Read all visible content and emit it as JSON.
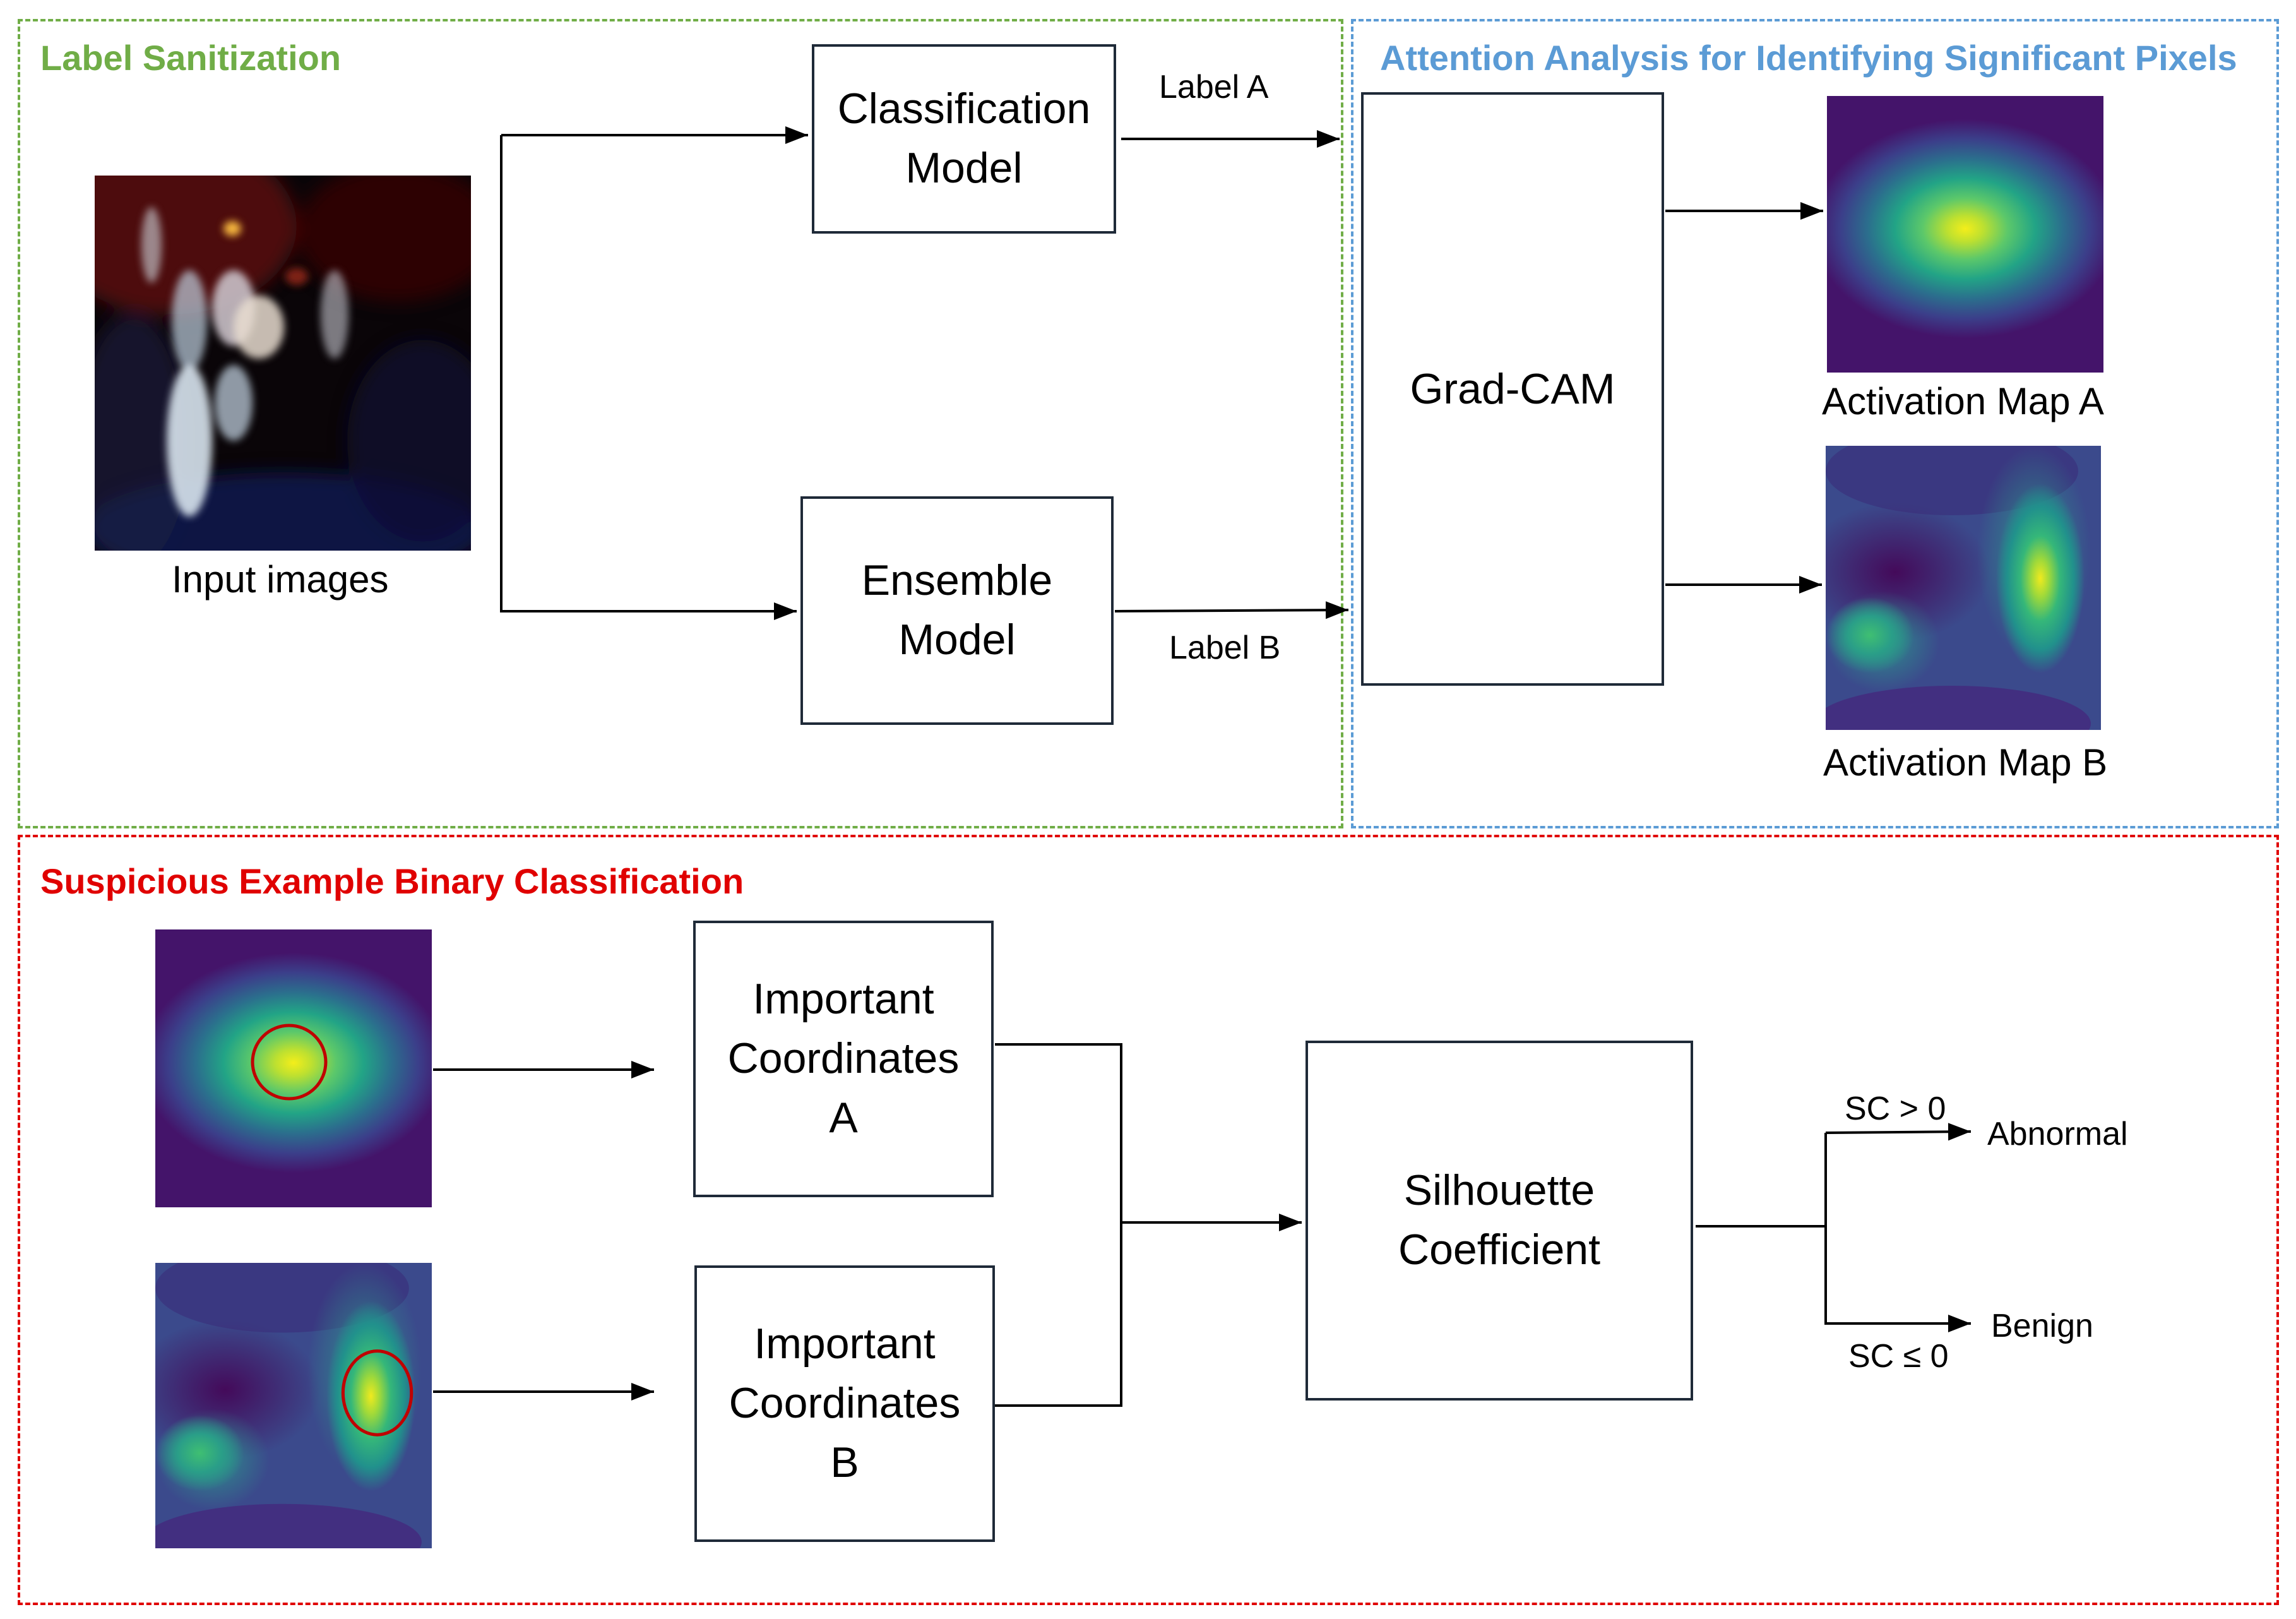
{
  "colors": {
    "label_sanitization": "#70ad47",
    "attention_analysis": "#5b9bd5",
    "suspicious": "#e00000",
    "box_border": "#1f2a38",
    "arrow": "#000000",
    "circle": "#c00000"
  },
  "regions": {
    "label_sanitization": {
      "title": "Label Sanitization"
    },
    "attention_analysis": {
      "title": "Attention Analysis for Identifying Significant Pixels"
    },
    "suspicious": {
      "title": "Suspicious Example Binary Classification"
    }
  },
  "input": {
    "caption": "Input images"
  },
  "boxes": {
    "classification": "Classification\nModel",
    "ensemble": "Ensemble\nModel",
    "gradcam": "Grad-CAM",
    "coords_a": "Important\nCoordinates\nA",
    "coords_b": "Important\nCoordinates\nB",
    "silhouette": "Silhouette\nCoefficient"
  },
  "edge_labels": {
    "label_a": "Label A",
    "label_b": "Label B",
    "sc_pos": "SC > 0",
    "sc_neg": "SC ≤ 0"
  },
  "maps": {
    "a_caption": "Activation Map A",
    "b_caption": "Activation Map B"
  },
  "outcomes": {
    "abnormal": "Abnormal",
    "benign": "Benign"
  }
}
